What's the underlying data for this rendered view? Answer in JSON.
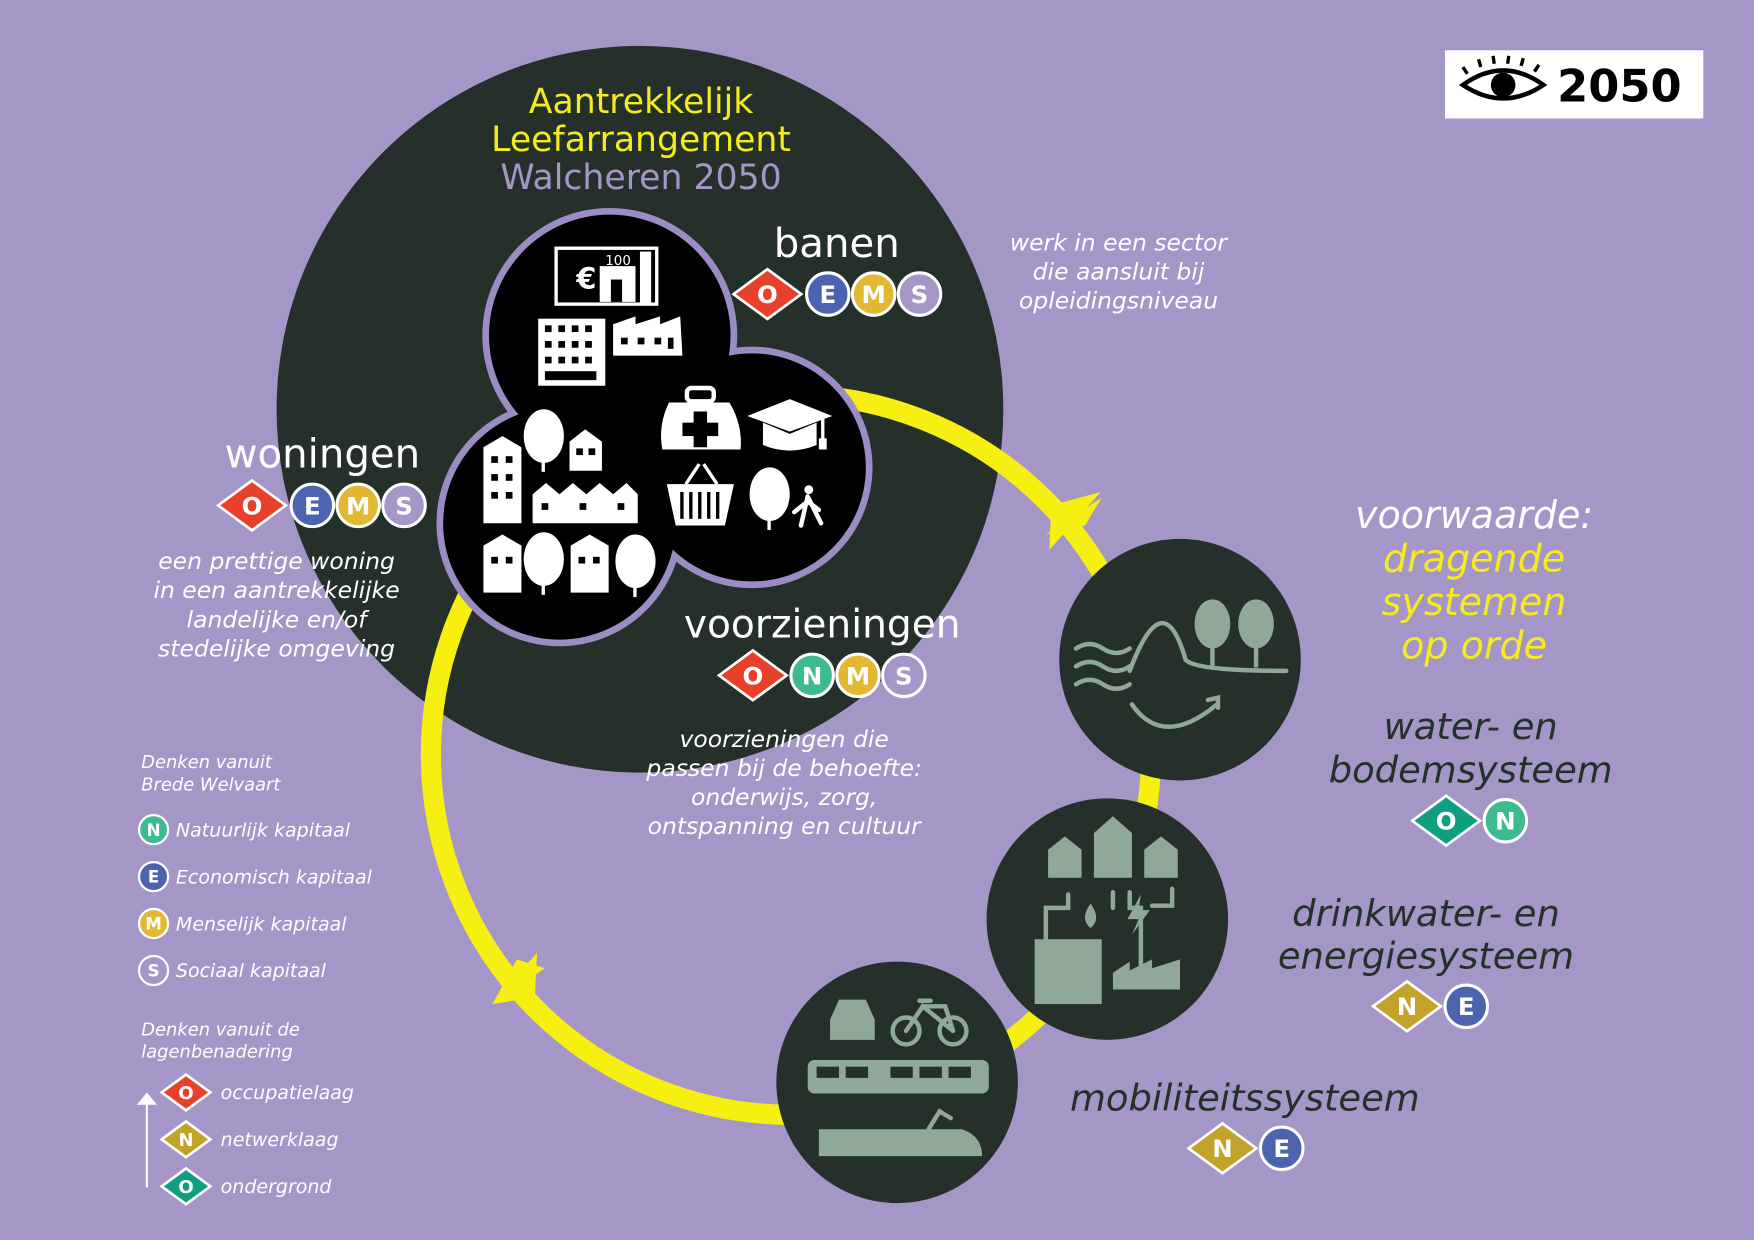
{
  "logo": {
    "text": "2050",
    "icon": "eye-icon"
  },
  "title": {
    "line1": "Aantrekkelijk",
    "line2": "Leefarrangement",
    "line3": "Walcheren 2050"
  },
  "banen": {
    "label": "banen",
    "badges": [
      {
        "letter": "O",
        "shape": "diamond",
        "color": "#e8402a"
      },
      {
        "letter": "E",
        "shape": "circle",
        "color": "#4c64b0"
      },
      {
        "letter": "M",
        "shape": "circle",
        "color": "#e2b833"
      },
      {
        "letter": "S",
        "shape": "circle",
        "color": "#a497c8"
      }
    ],
    "description": [
      "werk in een sector",
      "die aansluit bij",
      "opleidingsniveau"
    ]
  },
  "woningen": {
    "label": "woningen",
    "badges": [
      {
        "letter": "O",
        "shape": "diamond",
        "color": "#e8402a"
      },
      {
        "letter": "E",
        "shape": "circle",
        "color": "#4c64b0"
      },
      {
        "letter": "M",
        "shape": "circle",
        "color": "#e2b833"
      },
      {
        "letter": "S",
        "shape": "circle",
        "color": "#a497c8"
      }
    ],
    "description": [
      "een prettige woning",
      "in een aantrekkelijke",
      "landelijke en/of",
      "stedelijke omgeving"
    ]
  },
  "voorzieningen": {
    "label": "voorzieningen",
    "badges": [
      {
        "letter": "O",
        "shape": "diamond",
        "color": "#e8402a"
      },
      {
        "letter": "N",
        "shape": "circle",
        "color": "#3dba8f"
      },
      {
        "letter": "M",
        "shape": "circle",
        "color": "#e2b833"
      },
      {
        "letter": "S",
        "shape": "circle",
        "color": "#a497c8"
      }
    ],
    "description": [
      "voorzieningen die",
      "passen bij de behoefte:",
      "onderwijs, zorg,",
      "ontspanning en cultuur"
    ]
  },
  "voorwaarde": {
    "line1": "voorwaarde:",
    "line2": "dragende",
    "line3": "systemen",
    "line4": "op orde"
  },
  "systems": [
    {
      "label": [
        "water- en",
        "bodemsysteem"
      ],
      "badges": [
        {
          "letter": "O",
          "shape": "diamond",
          "color": "#0f9e80"
        },
        {
          "letter": "N",
          "shape": "circle",
          "color": "#3dba8f"
        }
      ]
    },
    {
      "label": [
        "drinkwater- en",
        "energiesysteem"
      ],
      "badges": [
        {
          "letter": "N",
          "shape": "diamond",
          "color": "#c3a22a"
        },
        {
          "letter": "E",
          "shape": "circle",
          "color": "#4c64b0"
        }
      ]
    },
    {
      "label": [
        "mobiliteitssysteem"
      ],
      "badges": [
        {
          "letter": "N",
          "shape": "diamond",
          "color": "#c3a22a"
        },
        {
          "letter": "E",
          "shape": "circle",
          "color": "#4c64b0"
        }
      ]
    }
  ],
  "legend": {
    "welvaart_title": [
      "Denken vanuit",
      "Brede Welvaart"
    ],
    "welvaart_items": [
      {
        "letter": "N",
        "label": "Natuurlijk kapitaal",
        "color": "#3dba8f"
      },
      {
        "letter": "E",
        "label": "Economisch kapitaal",
        "color": "#4c64b0"
      },
      {
        "letter": "M",
        "label": "Menselijk kapitaal",
        "color": "#e2b833"
      },
      {
        "letter": "S",
        "label": "Sociaal kapitaal",
        "color": "#a497c8"
      }
    ],
    "lagen_title": [
      "Denken vanuit de",
      "lagenbenadering"
    ],
    "lagen_items": [
      {
        "letter": "O",
        "label": "occupatielaag",
        "color": "#e8402a"
      },
      {
        "letter": "N",
        "label": "netwerklaag",
        "color": "#c3a22a"
      },
      {
        "letter": "O",
        "label": "ondergrond",
        "color": "#0f9e80"
      }
    ]
  },
  "colors": {
    "background": "#a497c8",
    "dark": "#243029",
    "yellow": "#f4ec1c",
    "cloud": "#000000"
  }
}
